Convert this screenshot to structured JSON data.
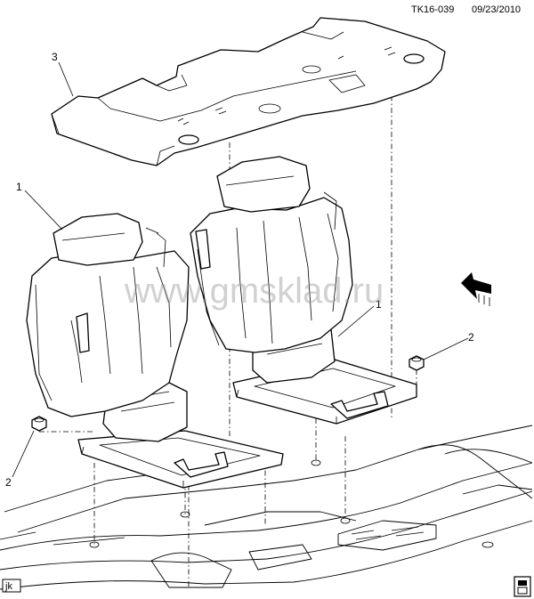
{
  "header": {
    "code": "TK16-039",
    "date": "09/23/2010"
  },
  "watermark": "www.gmsklad.ru",
  "callouts": {
    "cover": "3",
    "seat_left": "1",
    "seat_right": "1",
    "nut_left": "2",
    "nut_right": "2"
  },
  "footer": {
    "tag": "jk"
  },
  "icons": {
    "front_arrow": "front-arrow-icon",
    "seat_glyph": "seat-icon"
  }
}
